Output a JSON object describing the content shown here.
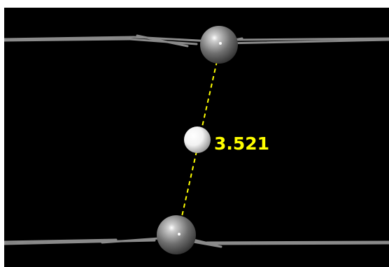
{
  "viewer": {
    "background_color": "#000000",
    "page_background_color": "#ffffff",
    "bond_color": "#8a8a8a",
    "measurement": {
      "value_label": "3.521",
      "label_color": "#ffff00",
      "line_color": "#ffff00",
      "line_style": "dashed"
    },
    "atoms": [
      {
        "name": "atom-top",
        "color": "#7a7a7a"
      },
      {
        "name": "atom-middle",
        "color": "#ffffff"
      },
      {
        "name": "atom-bottom",
        "color": "#7a7a7a"
      }
    ]
  }
}
